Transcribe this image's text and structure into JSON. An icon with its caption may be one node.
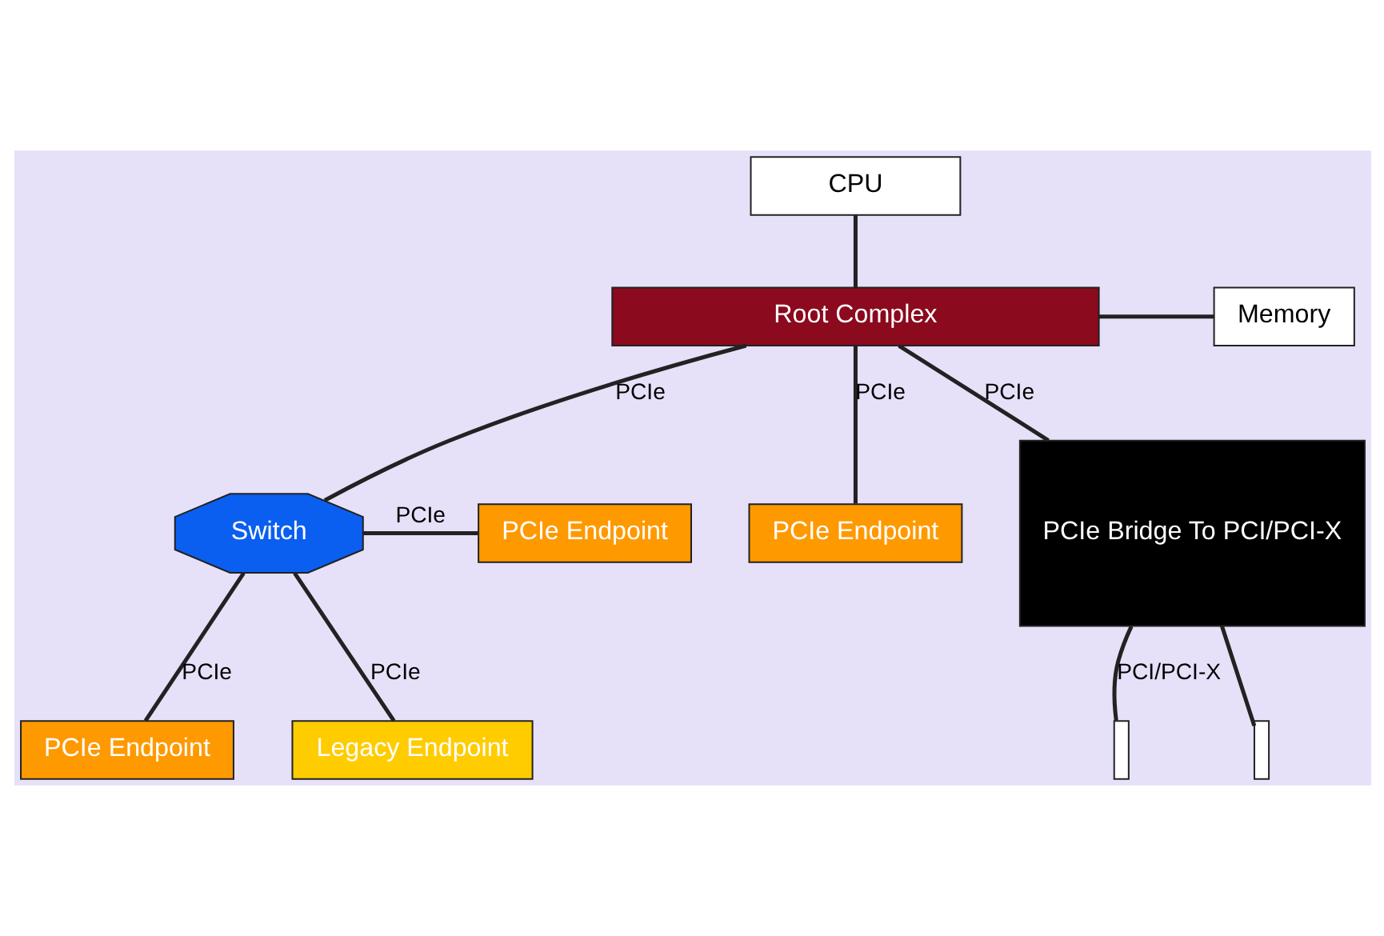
{
  "diagram": {
    "nodes": [
      {
        "text": [
          "CPU"
        ]
      },
      {
        "text": [
          "Root Complex"
        ]
      },
      {
        "text": [
          "Memory"
        ]
      },
      {
        "text": [
          "Switch"
        ]
      },
      {
        "text": [
          "PCIe Endpoint"
        ]
      },
      {
        "text": [
          "PCIe Endpoint"
        ]
      },
      {
        "text": [
          "PCIe Bridge To PCI/PCI-X"
        ]
      },
      {
        "text": [
          "PCIe Endpoint"
        ]
      },
      {
        "text": [
          "Legacy Endpoint"
        ]
      },
      {
        "text": [],
        "shape": "bar"
      },
      {
        "text": [],
        "shape": "bar"
      }
    ],
    "edges": [
      {
        "from": 0,
        "to": 1,
        "arrow": "none"
      },
      {
        "from": 1,
        "to": 2,
        "arrow": "none"
      },
      {
        "from": 1,
        "to": 3,
        "arrow": "none",
        "label": "PCIe"
      },
      {
        "from": 1,
        "to": 5,
        "arrow": "none",
        "label": "PCIe"
      },
      {
        "from": 1,
        "to": 6,
        "arrow": "none",
        "label": "PCIe"
      },
      {
        "from": 3,
        "to": 4,
        "arrow": "none",
        "label": "PCIe"
      },
      {
        "from": 3,
        "to": 7,
        "arrow": "none",
        "label": "PCIe"
      },
      {
        "from": 3,
        "to": 8,
        "arrow": "none",
        "label": "PCIe"
      },
      {
        "from": 6,
        "to": 9,
        "arrow": "none",
        "label": "PCI/PCI-X"
      },
      {
        "from": 6,
        "to": 10,
        "arrow": "none"
      }
    ]
  }
}
